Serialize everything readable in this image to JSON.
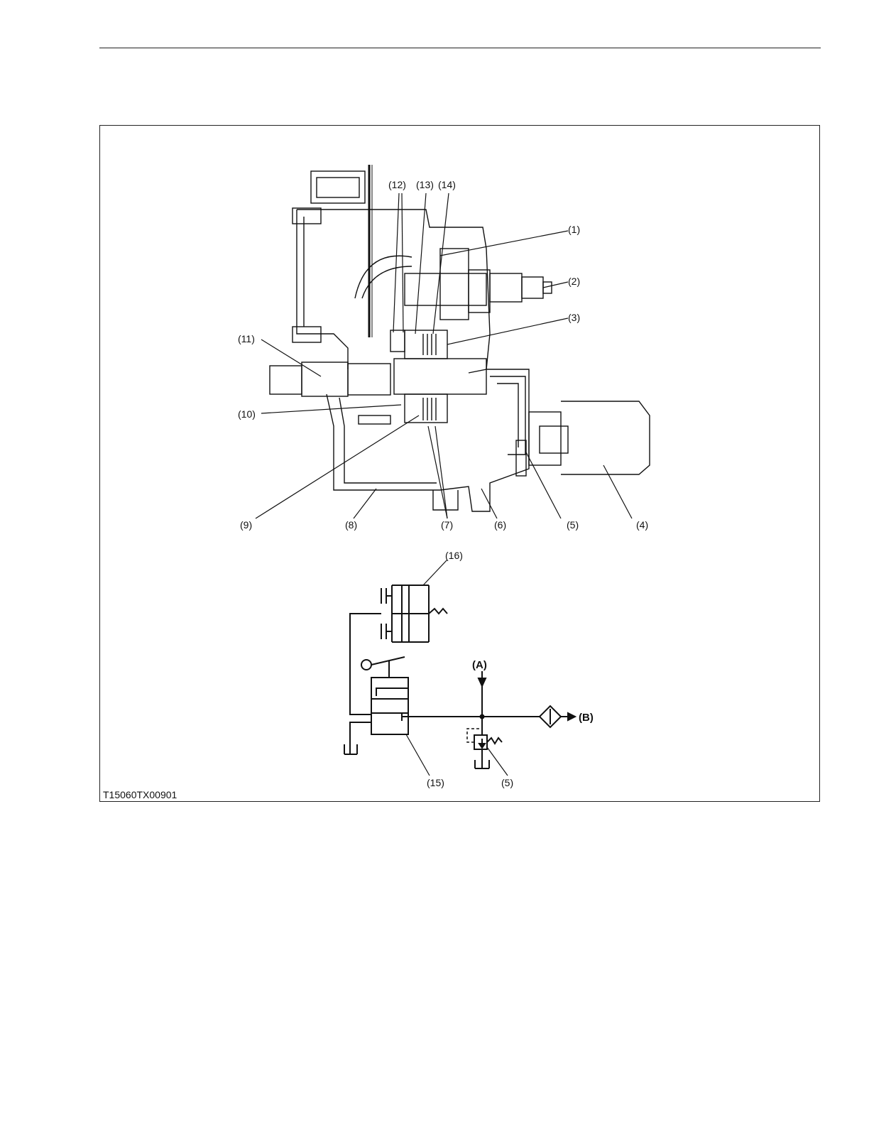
{
  "figure_code": "T15060TX00901",
  "callouts": [
    "(1)",
    "(2)",
    "(3)",
    "(4)",
    "(5)",
    "(6)",
    "(7)",
    "(8)",
    "(9)",
    "(10)",
    "(11)",
    "(12)",
    "(13)",
    "(14)"
  ],
  "schematic": {
    "labels": [
      "(16)",
      "(15)",
      "(5)"
    ],
    "port_a": "(A)",
    "port_b": "(B)"
  }
}
